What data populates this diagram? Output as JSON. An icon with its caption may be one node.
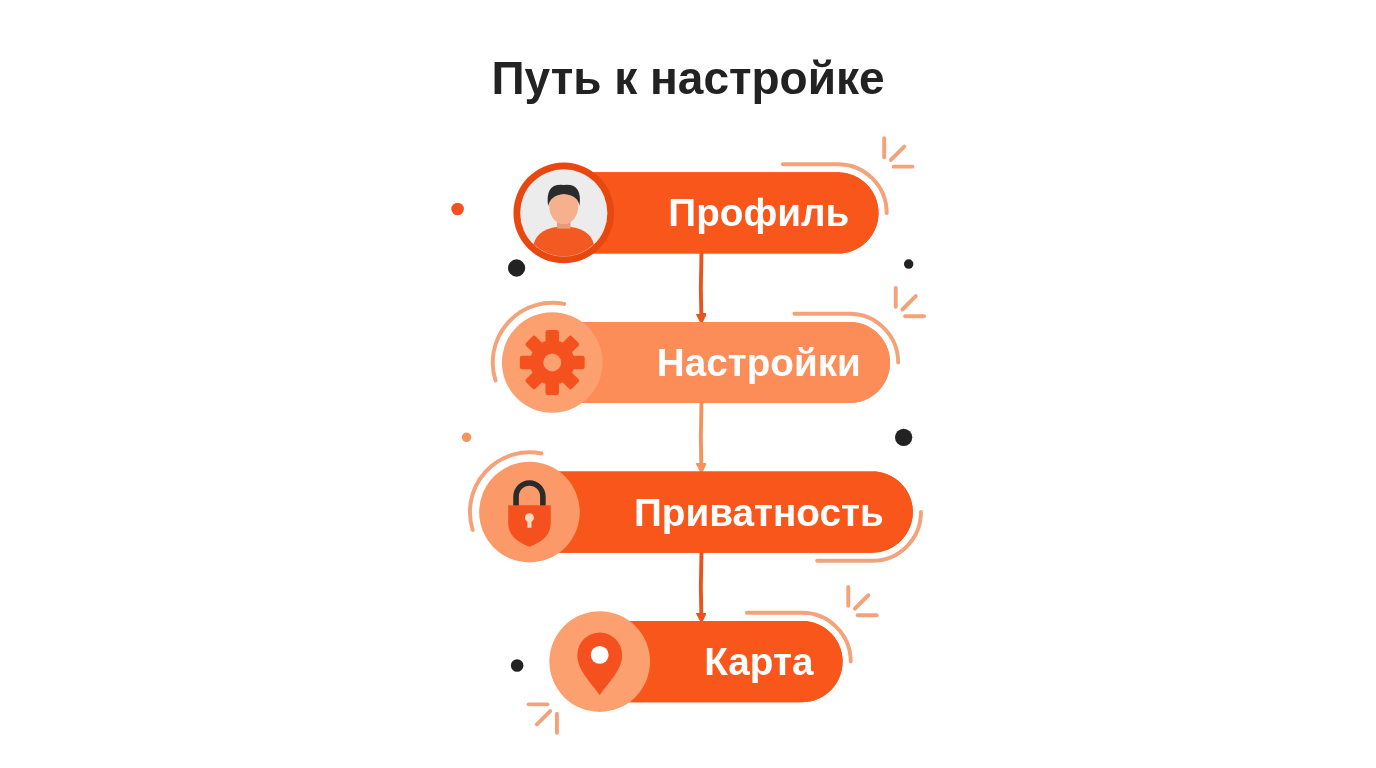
{
  "diagram": {
    "title": "Путь к настройке",
    "nodes": [
      {
        "text": [
          "Профиль"
        ]
      },
      {
        "text": [
          "Настройки"
        ]
      },
      {
        "text": [
          "Приватность"
        ]
      },
      {
        "text": [
          "Карта"
        ]
      }
    ],
    "edges": [
      {
        "from": 0,
        "to": 1,
        "arrow": "to"
      },
      {
        "from": 1,
        "to": 2,
        "arrow": "to",
        "color": "#f4935f"
      },
      {
        "from": 2,
        "to": 3,
        "arrow": "to"
      }
    ]
  }
}
